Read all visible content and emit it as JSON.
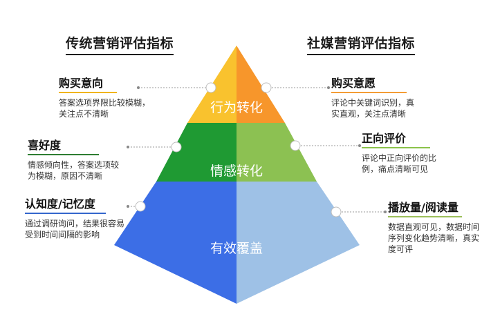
{
  "headings": {
    "left": "传统营销评估指标",
    "right": "社媒营销评估指标"
  },
  "layers": {
    "top": "行为转化",
    "middle": "情感转化",
    "bottom": "有效覆盖"
  },
  "left": [
    {
      "title": "购买意向",
      "desc": "答案选项界限比较模糊，关注点不清晰"
    },
    {
      "title": "喜好度",
      "desc": "情感倾向性，答案选项较为模糊，原因不清晰"
    },
    {
      "title": "认知度/记忆度",
      "desc": "通过调研询问，结果很容易受到时间间隔的影响"
    }
  ],
  "right": [
    {
      "title": "购买意愿",
      "desc": "评论中关键词识别，真实直观，关注点清晰"
    },
    {
      "title": "正向评价",
      "desc": "评论中正向评价的比例，痛点清晰可见"
    },
    {
      "title": "播放量/阅读量",
      "desc": "数据直观可见，数据时间序列变化趋势清晰，真实度可评"
    }
  ],
  "colors": {
    "top_left": "#f9c22e",
    "top_right": "#f7962b",
    "mid_left": "#1f9a33",
    "mid_right": "#8cc152",
    "bot_left": "#3c6ee6",
    "bot_right": "#9ec1e6"
  }
}
